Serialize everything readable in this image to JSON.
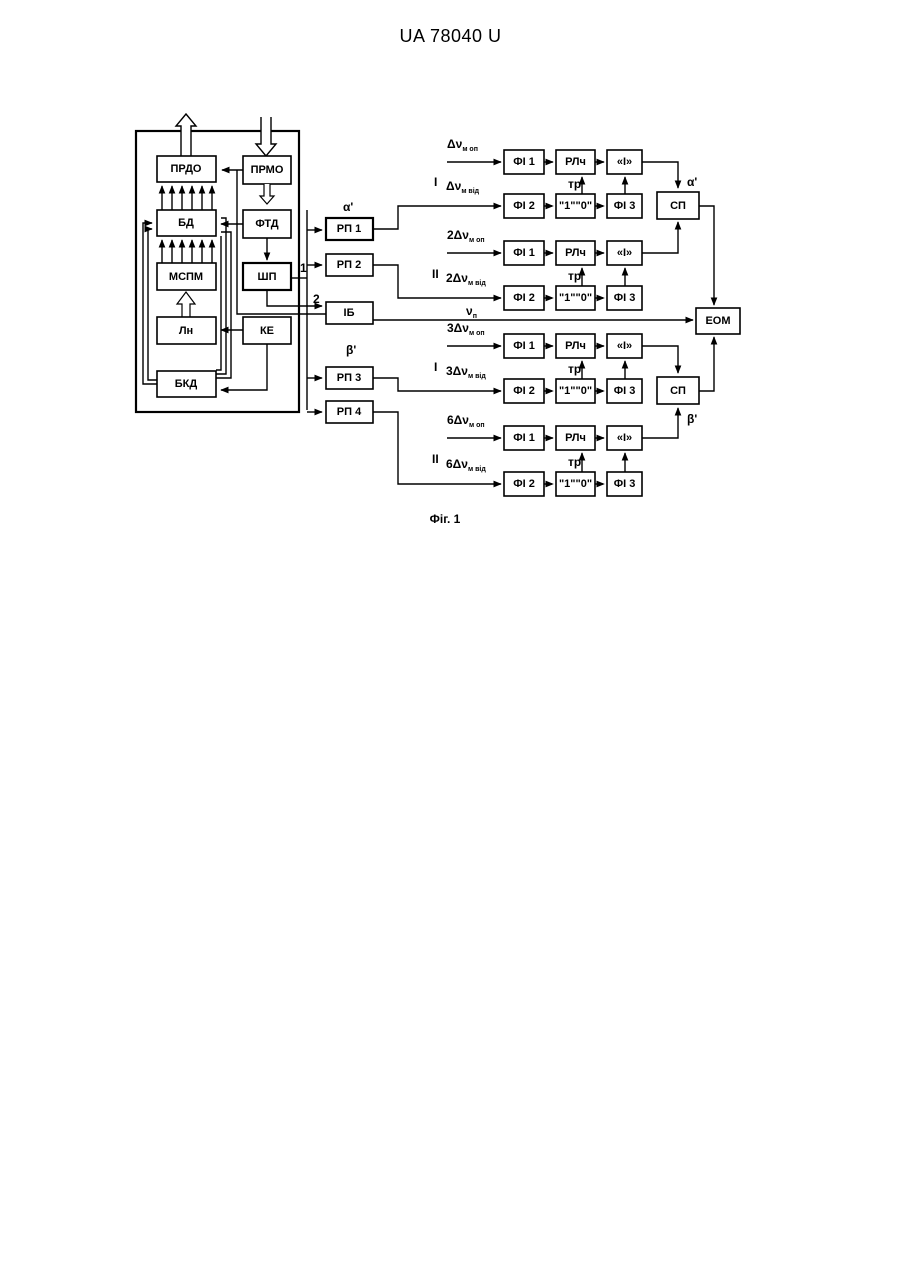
{
  "header": {
    "patent_id": "UA   78040   U"
  },
  "figure": {
    "caption": "Фіг. 1",
    "blocks": {
      "prdo": "ПРДО",
      "prmo": "ПРМО",
      "bd": "БД",
      "ftd": "ФТД",
      "mspm": "МСПМ",
      "shp": "ШП",
      "ln": "Лн",
      "ke": "КЕ",
      "bkd": "БКД",
      "ib": "ІБ",
      "eom": "ЕОМ",
      "rp1": "РП 1",
      "rp2": "РП 2",
      "rp3": "РП 3",
      "rp4": "РП 4",
      "fi1": "ФІ 1",
      "fi2": "ФІ 2",
      "fi3": "ФІ 3",
      "rlch": "РЛч",
      "integ": "«І»",
      "sp": "СП",
      "ten": "\"1\"\"0\""
    },
    "labels": {
      "alpha_in": "α'",
      "beta_in": "β'",
      "alpha_out": "α'",
      "beta_out": "β'",
      "out1": "1",
      "out2": "2",
      "nu_p": "ν",
      "nu_p_sub": "п",
      "tr": "тр",
      "roman_1": "I",
      "roman_2": "II"
    },
    "channels": [
      {
        "top_label": "Δν",
        "top_sub": "м оп",
        "bottom_label": "Δν",
        "bottom_sub": "м від"
      },
      {
        "top_label": "2Δν",
        "top_sub": "м оп",
        "bottom_label": "2Δν",
        "bottom_sub": "м від"
      },
      {
        "top_label": "3Δν",
        "top_sub": "м оп",
        "bottom_label": "3Δν",
        "bottom_sub": "м від"
      },
      {
        "top_label": "6Δν",
        "top_sub": "м оп",
        "bottom_label": "6Δν",
        "bottom_sub": "м від"
      }
    ]
  }
}
